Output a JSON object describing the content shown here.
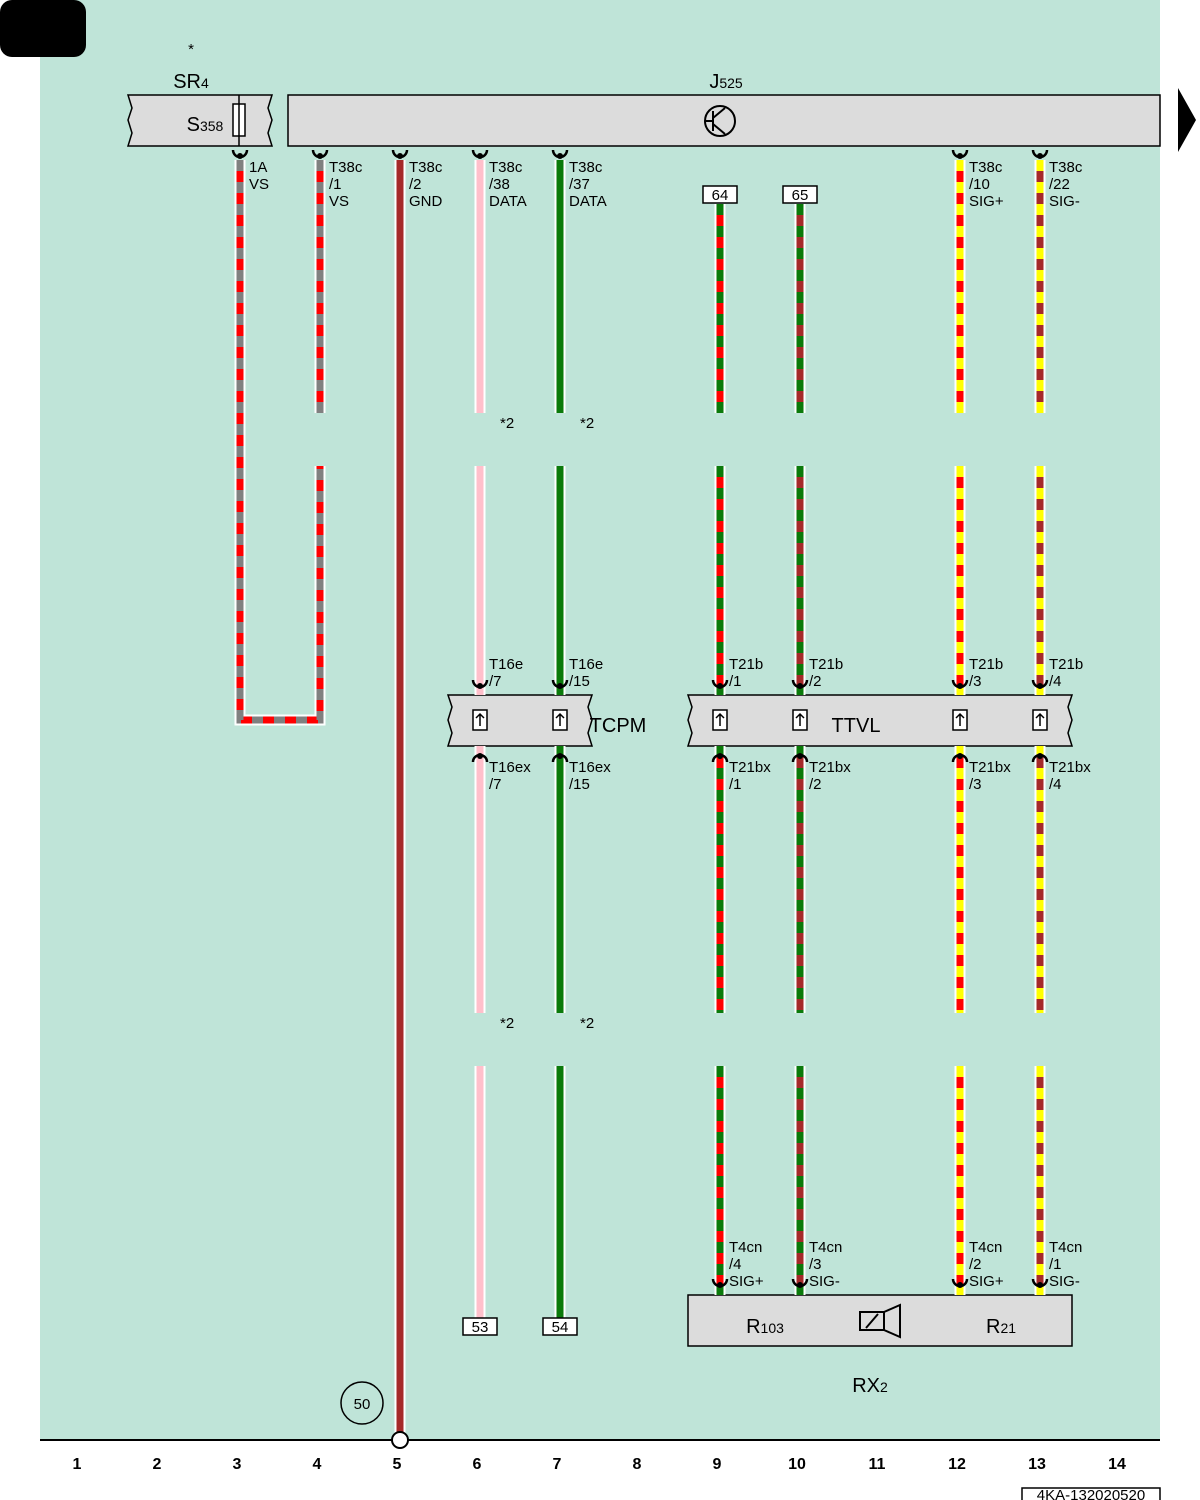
{
  "colors": {
    "background": "#bfe4d8",
    "component_fill": "#dcdcdc",
    "red": "#ff0000",
    "brown": "#a52a2a",
    "grey": "#808080",
    "green": "#0a7a0a",
    "yellow": "#ffff00",
    "pink": "#ffc0cb"
  },
  "components": {
    "sr4": {
      "name": "SR",
      "sub": "4",
      "star": "*"
    },
    "s358": {
      "name": "S",
      "sub": "358"
    },
    "j525": {
      "name": "J",
      "sub": "525"
    },
    "tcpm": {
      "name": "TCPM"
    },
    "ttvl": {
      "name": "TTVL"
    },
    "r103": {
      "name": "R",
      "sub": "103"
    },
    "r21": {
      "name": "R",
      "sub": "21"
    },
    "rx2": {
      "name": "RX",
      "sub": "2"
    }
  },
  "top_pins": {
    "c3": [
      "1A",
      "VS"
    ],
    "c4": [
      "T38c",
      "/1",
      "VS"
    ],
    "c5": [
      "T38c",
      "/2",
      "GND"
    ],
    "c6": [
      "T38c",
      "/38",
      "DATA"
    ],
    "c7": [
      "T38c",
      "/37",
      "DATA"
    ],
    "c12": [
      "T38c",
      "/10",
      "SIG+"
    ],
    "c13": [
      "T38c",
      "/22",
      "SIG-"
    ]
  },
  "ref_boxes": {
    "b64": "64",
    "b65": "65",
    "b53": "53",
    "b54": "54"
  },
  "break_note": "*2",
  "mid_pins": {
    "c6": [
      "T16e",
      "/7"
    ],
    "c7": [
      "T16e",
      "/15"
    ],
    "c9": [
      "T21b",
      "/1"
    ],
    "c10": [
      "T21b",
      "/2"
    ],
    "c12": [
      "T21b",
      "/3"
    ],
    "c13": [
      "T21b",
      "/4"
    ]
  },
  "low_pins": {
    "c6": [
      "T16ex",
      "/7"
    ],
    "c7": [
      "T16ex",
      "/15"
    ],
    "c9": [
      "T21bx",
      "/1"
    ],
    "c10": [
      "T21bx",
      "/2"
    ],
    "c12": [
      "T21bx",
      "/3"
    ],
    "c13": [
      "T21bx",
      "/4"
    ]
  },
  "bottom_pins": {
    "c9": [
      "T4cn",
      "/4",
      "SIG+"
    ],
    "c10": [
      "T4cn",
      "/3",
      "SIG-"
    ],
    "c12": [
      "T4cn",
      "/2",
      "SIG+"
    ],
    "c13": [
      "T4cn",
      "/1",
      "SIG-"
    ]
  },
  "ground_ref": "50",
  "column_numbers": [
    "1",
    "2",
    "3",
    "4",
    "5",
    "6",
    "7",
    "8",
    "9",
    "10",
    "11",
    "12",
    "13",
    "14"
  ],
  "doc_code": "4KA-132020520"
}
